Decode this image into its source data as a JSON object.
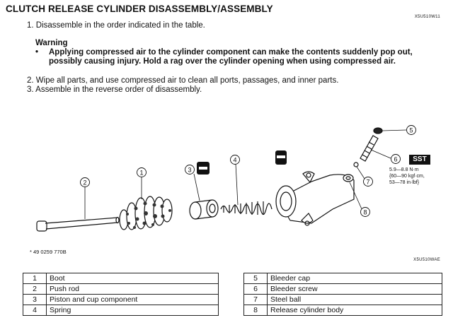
{
  "title": "CLUTCH RELEASE CYLINDER DISASSEMBLY/ASSEMBLY",
  "codes": {
    "top": "X5U510W11",
    "bottom": "X5U510WAE"
  },
  "steps": {
    "s1": "1. Disassemble in the order indicated in the table.",
    "s2": "2. Wipe all parts, and use compressed air to clean all ports, passages, and inner parts.",
    "s3": "3. Assemble in the reverse order of disassembly."
  },
  "warning": {
    "heading": "Warning",
    "bullet": "•",
    "text": "Applying compressed air to the cylinder component can make the contents suddenly pop out, possibly causing injury. Hold a rag over the cylinder opening when using compressed air."
  },
  "figure": {
    "callouts": [
      "1",
      "2",
      "3",
      "4",
      "5",
      "6",
      "7",
      "8"
    ],
    "sst_label": "SST",
    "torque_lines": [
      "5.9—8.8 N·m",
      "{60—90 kgf·cm,",
      "53—78 in·lbf}"
    ],
    "part_number": "* 49 0259 770B"
  },
  "parts_left": [
    {
      "num": "1",
      "name": "Boot"
    },
    {
      "num": "2",
      "name": "Push rod"
    },
    {
      "num": "3",
      "name": "Piston and cup component"
    },
    {
      "num": "4",
      "name": "Spring"
    }
  ],
  "parts_right": [
    {
      "num": "5",
      "name": "Bleeder cap"
    },
    {
      "num": "6",
      "name": "Bleeder screw"
    },
    {
      "num": "7",
      "name": "Steel ball"
    },
    {
      "num": "8",
      "name": "Release cylinder body"
    }
  ]
}
